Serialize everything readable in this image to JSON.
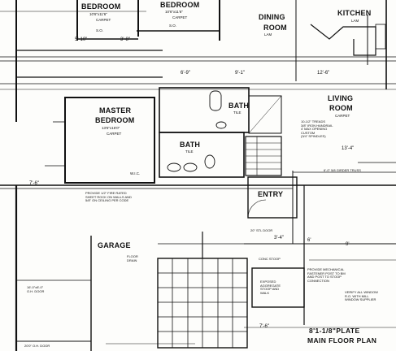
{
  "rooms": {
    "bedroom1": {
      "name": "BEDROOM",
      "size": "10'6\"x11'6\"",
      "floor": "CARPET"
    },
    "bedroom2": {
      "name": "BEDROOM",
      "size": "10'6\"x11'6\"",
      "floor": "CARPET"
    },
    "dining": {
      "name": "DINING",
      "name2": "ROOM",
      "floor": "LAM"
    },
    "kitchen": {
      "name": "KITCHEN",
      "floor": "LAM"
    },
    "master": {
      "name": "MASTER",
      "name2": "BEDROOM",
      "size": "13'6\"x16'0\"",
      "floor": "CARPET"
    },
    "bath_upper": {
      "name": "BATH",
      "floor": "TILE"
    },
    "bath_lower": {
      "name": "BATH",
      "floor": "TILE"
    },
    "living": {
      "name": "LIVING",
      "name2": "ROOM",
      "floor": "CARPET"
    },
    "entry": {
      "name": "ENTRY"
    },
    "garage": {
      "name": "GARAGE"
    }
  },
  "closet_labels": {
    "so1": "S.O.",
    "so2": "S.O.",
    "wic": "W.I.C."
  },
  "dimensions": {
    "d_5_10": "5'-10\"",
    "d_3_8": "3'-8\"",
    "d_6_9": "6'-9\"",
    "d_9_1": "9'-1\"",
    "d_12_6": "12'-6\"",
    "d_7_6a": "7'-6\"",
    "d_13_4": "13'-4\"",
    "d_3_4": "3'-4\"",
    "d_6": "6'",
    "d_9": "9'",
    "d_7_6b": "7'-6\""
  },
  "notes": {
    "stairs": "10-1/2\" TREADS\n3/8\" IRON HANDRAIL\n4' MAX OPENING\nCUSTOM\n(3/4\" SPINDLES)",
    "wall": "PROVIDE 1/2\" FIRE RATED\nSHEET ROCK ON WALLS AND\n5/8\" ON CEILING PER CODE",
    "garage_door": "16'-0\"x8'-0\"\nO.H. DOOR",
    "steel_door": "20\" STL DOOR",
    "conc_stoop": "CONC STOOP",
    "stoop": "EXPOSED\nAGGREGATE\nSTOOP AND\nWALK",
    "window": "VERIFY ALL WINDOW\nR.O. WITH MILL\nWINDOW SUPPLIER",
    "post": "PROVIDE MECHANICAL\nFASTENER POST TO BM\nAND POST TO STOOP\nCONNECTION",
    "girder": "6'-0\" 5/8 GIRDER TRUSS",
    "floor_drain": "FLOOR\nDRAIN",
    "oh_door": "20'0\" O.H. DOOR"
  },
  "plan_title": {
    "line1": "8'1-1/8\"PLATE",
    "line2": "MAIN FLOOR PLAN"
  }
}
